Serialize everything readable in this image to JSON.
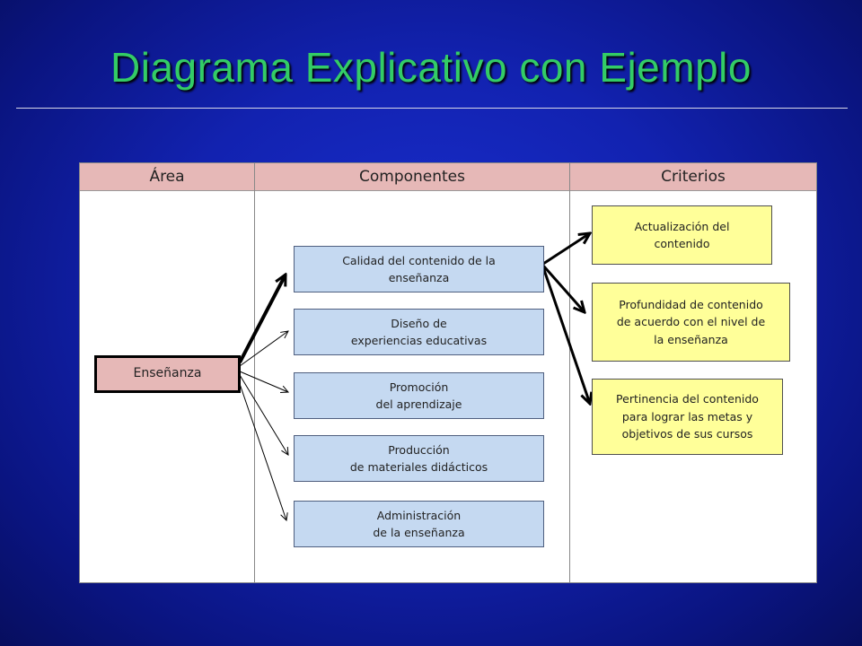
{
  "slide": {
    "title": "Diagrama Explicativo con Ejemplo"
  },
  "diagram": {
    "headers": {
      "area": "Área",
      "componentes": "Componentes",
      "criterios": "Criterios"
    },
    "area": "Enseñanza",
    "componentes": [
      {
        "line1": "Calidad del contenido de la",
        "line2": "enseñanza"
      },
      {
        "line1": "Diseño de",
        "line2": "experiencias educativas"
      },
      {
        "line1": "Promoción",
        "line2": "del aprendizaje"
      },
      {
        "line1": "Producción",
        "line2": "de materiales didácticos"
      },
      {
        "line1": "Administración",
        "line2": "de la enseñanza"
      }
    ],
    "criterios": [
      {
        "line1": "Actualización del",
        "line2": "contenido",
        "line3": ""
      },
      {
        "line1": "Profundidad de contenido",
        "line2": "de acuerdo con el nivel de",
        "line3": "la enseñanza"
      },
      {
        "line1": "Pertinencia del contenido",
        "line2": "para lograr las metas y",
        "line3": "objetivos de sus cursos"
      }
    ]
  },
  "colors": {
    "title": "#33cc66",
    "header_fill": "#e6b8b7",
    "area_fill": "#e6b8b7",
    "component_fill": "#c5d9f1",
    "criteria_fill": "#ffff99",
    "background": "#1222b0"
  }
}
